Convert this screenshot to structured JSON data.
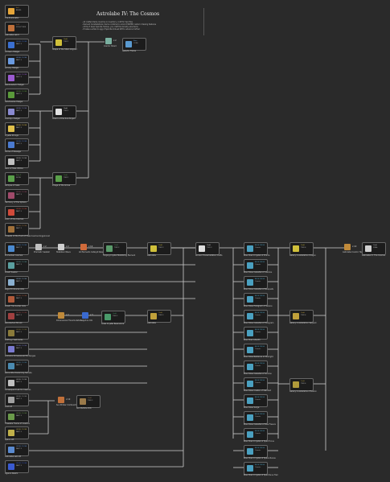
{
  "page": {
    "title": "Astrolabe IV: The Cosmos",
    "notes": [
      "- All crafted items must be in inventory; craft for two files",
      "- Derived Constellations: items combine to unlock EXCEED custom drawing features",
      "- At the 5 basic Spindle frames, you craft the Gravity axis items",
      "- It takes a while to agg of Spindle Imbued Rift to advance further"
    ]
  },
  "nodes": [
    {
      "name": "the-illuminator",
      "caption": "The Illuminator",
      "badge1": "Lv.Ⅰ",
      "badge2": "ANGEL",
      "color": "#e6a63a"
    },
    {
      "name": "astrolabe-lab",
      "caption": "Astrolabe Lab Ⅱ",
      "badge1": "Lv.Ⅱ",
      "badge2": "STRUCTURE",
      "color": "#c0703a"
    },
    {
      "name": "crimson-haligar",
      "caption": "Crimson Haligar",
      "badge1": "LEVEL CLOSE",
      "badge2": "RAFT 3",
      "color": "#3a6fd0"
    },
    {
      "name": "armors-haligar",
      "caption": "Armory Haligar",
      "badge1": "LEVEL CLOSE",
      "badge2": "RAFT 3",
      "color": "#6a9ae0"
    },
    {
      "name": "rainbowdark-haligar",
      "caption": "Rainbowdark Haligar",
      "badge1": "LEVEL CLOSE",
      "badge2": "RAFT 3",
      "color": "#9a5ad0"
    },
    {
      "name": "sanctuaries-haligar",
      "caption": "Sanctuaries Haligar",
      "badge1": "LEVEL CLOSE",
      "badge2": "RAFT 3",
      "color": "#5a9a3a"
    },
    {
      "name": "lost-zyn-haligar",
      "caption": "Lost Zyn Haligar",
      "badge1": "LEVEL CLOSE",
      "badge2": "RAFT 3",
      "color": "#8a8ad0"
    },
    {
      "name": "crystal-strings",
      "caption": "Crystal Strings",
      "badge1": "LEVEL CLOSE",
      "badge2": "RAFT 3",
      "color": "#e0c04a"
    },
    {
      "name": "dome-of-passage",
      "caption": "Dome of Passage",
      "badge1": "LEVEL CLOSE",
      "badge2": "RAFT 3",
      "color": "#4a7ad0"
    },
    {
      "name": "lenk-of-hale-ultima",
      "caption": "Lenk of Hale Ultima",
      "badge1": "LEVEL CLOSE",
      "badge2": "RAFT 3",
      "color": "#c0c0c0"
    },
    {
      "name": "glimpse-of-gaia",
      "caption": "Glimpse of Gaia",
      "badge1": "Rare Ⅱ",
      "badge2": "NODE",
      "color": "#5aa04a"
    },
    {
      "name": "harmony-of-the-sphere",
      "caption": "Harmony of the Sphere",
      "badge1": "LEVEL CLOSE",
      "badge2": "RAFT 3",
      "color": "#a04a6a"
    },
    {
      "name": "color-of-the-cosmos",
      "caption": "Color of the Cosmos",
      "badge1": "LEVEL CLOSE",
      "badge2": "RAFT 3",
      "color": "#d04a3a"
    },
    {
      "name": "threads-of-the-hunt",
      "caption": "Threads of the Hunt of Hale Cosmos Kingpincost",
      "badge1": "LEVEL CLOSE",
      "badge2": "RAFT 3",
      "color": "#a0703a"
    },
    {
      "name": "enchanted-cosmos",
      "caption": "Enchanted Cosmos",
      "badge1": "LEVEL CLOSE",
      "badge2": "RAFT 3",
      "color": "#4a8ad0"
    },
    {
      "name": "shield-seeker",
      "caption": "Shield Seeker",
      "badge1": "LEVEL CLOSE",
      "badge2": "RAFT 3",
      "color": "#5aa0a0"
    },
    {
      "name": "regal-embraces-axis",
      "caption": "Regal Embraces Axis",
      "badge1": "LEVEL CLOSE",
      "badge2": "RAFT 3",
      "color": "#8ab0d0"
    },
    {
      "name": "shield-tile-sucker-axis",
      "caption": "Shield Tile Sucker Axis",
      "badge1": "LEVEL CLOSE",
      "badge2": "RAFT 3",
      "color": "#b05a3a"
    },
    {
      "name": "recollected-strunk",
      "caption": "Recollected Strunk",
      "badge1": "LEVEL CLOSE",
      "badge2": "RAFT 3",
      "color": "#a04040"
    },
    {
      "name": "shifting-fleetmarks",
      "caption": "Shifting Fleetmarks",
      "badge1": "LEVEL CLOSE",
      "badge2": "RAFT 3",
      "color": "#8a7a3a"
    },
    {
      "name": "grimoire-dimensional-exchanges",
      "caption": "Grimoire Dimensional Exchanges",
      "badge1": "LEVEL CLOSE",
      "badge2": "RAFT 3",
      "color": "#7a7ad0"
    },
    {
      "name": "recondite-discerning-secrets",
      "caption": "Recondite Discerning Secrets",
      "badge1": "LEVEL CLOSE",
      "badge2": "RAFT 3",
      "color": "#4a8ab0"
    },
    {
      "name": "consequent-lab-for-cosmos",
      "caption": "Consequent Lab for Cosmos",
      "badge1": "LEVEL CLOSE",
      "badge2": "RAFT 3",
      "color": "#c0c0c0"
    },
    {
      "name": "lost-lift",
      "caption": "Lost Lift",
      "badge1": "LEVEL CLOSE",
      "badge2": "RAFT 3",
      "color": "#a0a0a0"
    },
    {
      "name": "flowable-frame",
      "caption": "Flowable Frame of Cosmos",
      "badge1": "LEVEL CLOSE",
      "badge2": "RAFT 3",
      "color": "#6a9a4a"
    },
    {
      "name": "space-lift",
      "caption": "Space Lift",
      "badge1": "LEVEL CLOSE",
      "badge2": "RAFT 3",
      "color": "#c0b04a"
    },
    {
      "name": "astrolabe-lab-lift",
      "caption": "Astrolabe Lab Lift",
      "badge1": "LEVEL CLOSE",
      "badge2": "RAFT 3",
      "color": "#5a8ad0"
    },
    {
      "name": "ugaren-realm",
      "caption": "Ugaren Realm",
      "badge1": "LEVEL CLOSE",
      "badge2": "RAFT 3",
      "color": "#3a5ad0"
    }
  ],
  "middle": [
    {
      "name": "shape-of-the-stars",
      "caption": "Shape of the Stars Aligned",
      "badge1": "Craft",
      "badge2": "TIER 1",
      "color": "#d0c03a"
    },
    {
      "name": "charm-of-the-sun",
      "caption": "Charm of the Sun-forged",
      "badge1": "Craft",
      "badge2": "TIER 1",
      "color": "#e0e0e0"
    },
    {
      "name": "image-of-the-grove",
      "caption": "Image of the Grove",
      "badge1": "Craft",
      "badge2": "TIER 1",
      "color": "#5aa04a"
    }
  ],
  "top_output": [
    {
      "name": "cosmic-shard",
      "caption": "Cosmic Shard",
      "qty": "x 2",
      "color": "#7ab0a0"
    },
    {
      "name": "galactic-flame",
      "caption": "Galactic Flame",
      "badge1": "Rare",
      "badge2": "CORE",
      "color": "#5a9ad0"
    }
  ],
  "row1_items": [
    {
      "name": "prismatic-seaball",
      "caption": "Prismatic Seaball",
      "qty": "x 2",
      "color": "#c0c0c0"
    },
    {
      "name": "stabilizer-wave",
      "caption": "Stabilizer Wave",
      "qty": "x 2",
      "color": "#d0d0d0"
    },
    {
      "name": "all-elements",
      "caption": "All Elements Catalyst Reagent",
      "qty": "x 10",
      "color": "#d06a3a"
    },
    {
      "name": "forging-crystal",
      "caption": "Forging Crystal Stabilizing Element",
      "badge1": "Craft",
      "badge2": "TIER 2",
      "color": "#5a9a6a"
    }
  ],
  "row2_items": [
    {
      "name": "dimensional-transmutation",
      "caption": "Dimensional Transmutation",
      "qty": "x 2",
      "color": "#c08a3a"
    },
    {
      "name": "sapphire-orb",
      "caption": "Sapphire Orb",
      "qty": "x 3",
      "color": "#3a6ad0"
    },
    {
      "name": "scale-crystal",
      "caption": "Scale Crystal Resonance",
      "badge1": "Craft",
      "badge2": "TIER 2",
      "color": "#4a9a6a"
    }
  ],
  "row3_items": [
    {
      "name": "sun-ember",
      "caption": "Sun Ember Combust Residue",
      "qty": "x 10",
      "color": "#c0703a"
    },
    {
      "name": "sun-particle-orb",
      "caption": "Sun Particle Orb",
      "badge1": "Craft",
      "badge2": "TIER 2",
      "color": "#9a7a4a"
    }
  ],
  "hubs": [
    {
      "name": "astrolabe-hub",
      "caption": "Astrolabe",
      "badge1": "Craft",
      "badge2": "TIER 3",
      "color": "#d0c03a"
    },
    {
      "name": "astrolabe-2-hub",
      "caption": "Astrolabe",
      "badge1": "Craft",
      "badge2": "TIER 3",
      "color": "#c0a03a"
    },
    {
      "name": "ancient-synthesis",
      "caption": "Ancient Transmutation Crafts",
      "badge1": "Craft",
      "badge2": "TIER 3",
      "color": "#e0e0e0"
    }
  ],
  "blue_nodes": [
    "Blue Shard Crystal of Prisms",
    "Blue Pulse Celestial of Cosmos",
    "Blue Pulse Celestial of Bouquets",
    "Blue Pulse Hologram of Serene",
    "Blue Pulse Celestial of Hologram",
    "Blue Shard Zenith",
    "Blue Pulse Radiance of Starlight",
    "Blue Pulse Celestial of Sunrise",
    "Blue Pulse Cluster of Stardust",
    "Blue Pulse Surge",
    "Blue Pulse Celestial of Blue Fissure",
    "Blue Shard Crystal of Spell Focus",
    "Blue Shard Crystal of Space Runes",
    "Blue Shard Crystal of Spell Rune Trail",
    "Blue Shard Celestial of Spell Rune Complete"
  ],
  "right_nodes": [
    {
      "name": "galaxy-constellation-dragon",
      "caption": "Galaxy Constellation Dragon",
      "badge1": "Craft",
      "badge2": "TIER 4",
      "color": "#d0c03a"
    },
    {
      "name": "galaxy-constellation-serpent",
      "caption": "Galaxy Constellation Serpent",
      "badge1": "Craft",
      "badge2": "TIER 4",
      "color": "#c0a03a"
    },
    {
      "name": "galaxy-constellation-phoenix",
      "caption": "Galaxy Constellation Phoenix",
      "badge1": "Craft",
      "badge2": "TIER 4",
      "color": "#b09a3a"
    }
  ],
  "final": [
    {
      "name": "astrolabe-final",
      "caption": "Astrolabe Cosmic Harvest",
      "qty": "x 10",
      "color": "#c08a3a"
    },
    {
      "name": "astrolabe-cosmos-final",
      "caption": "Astrolabe IV: The Cosmos",
      "badge1": "Craft",
      "badge2": "FINAL",
      "color": "#d0d0d0"
    }
  ]
}
